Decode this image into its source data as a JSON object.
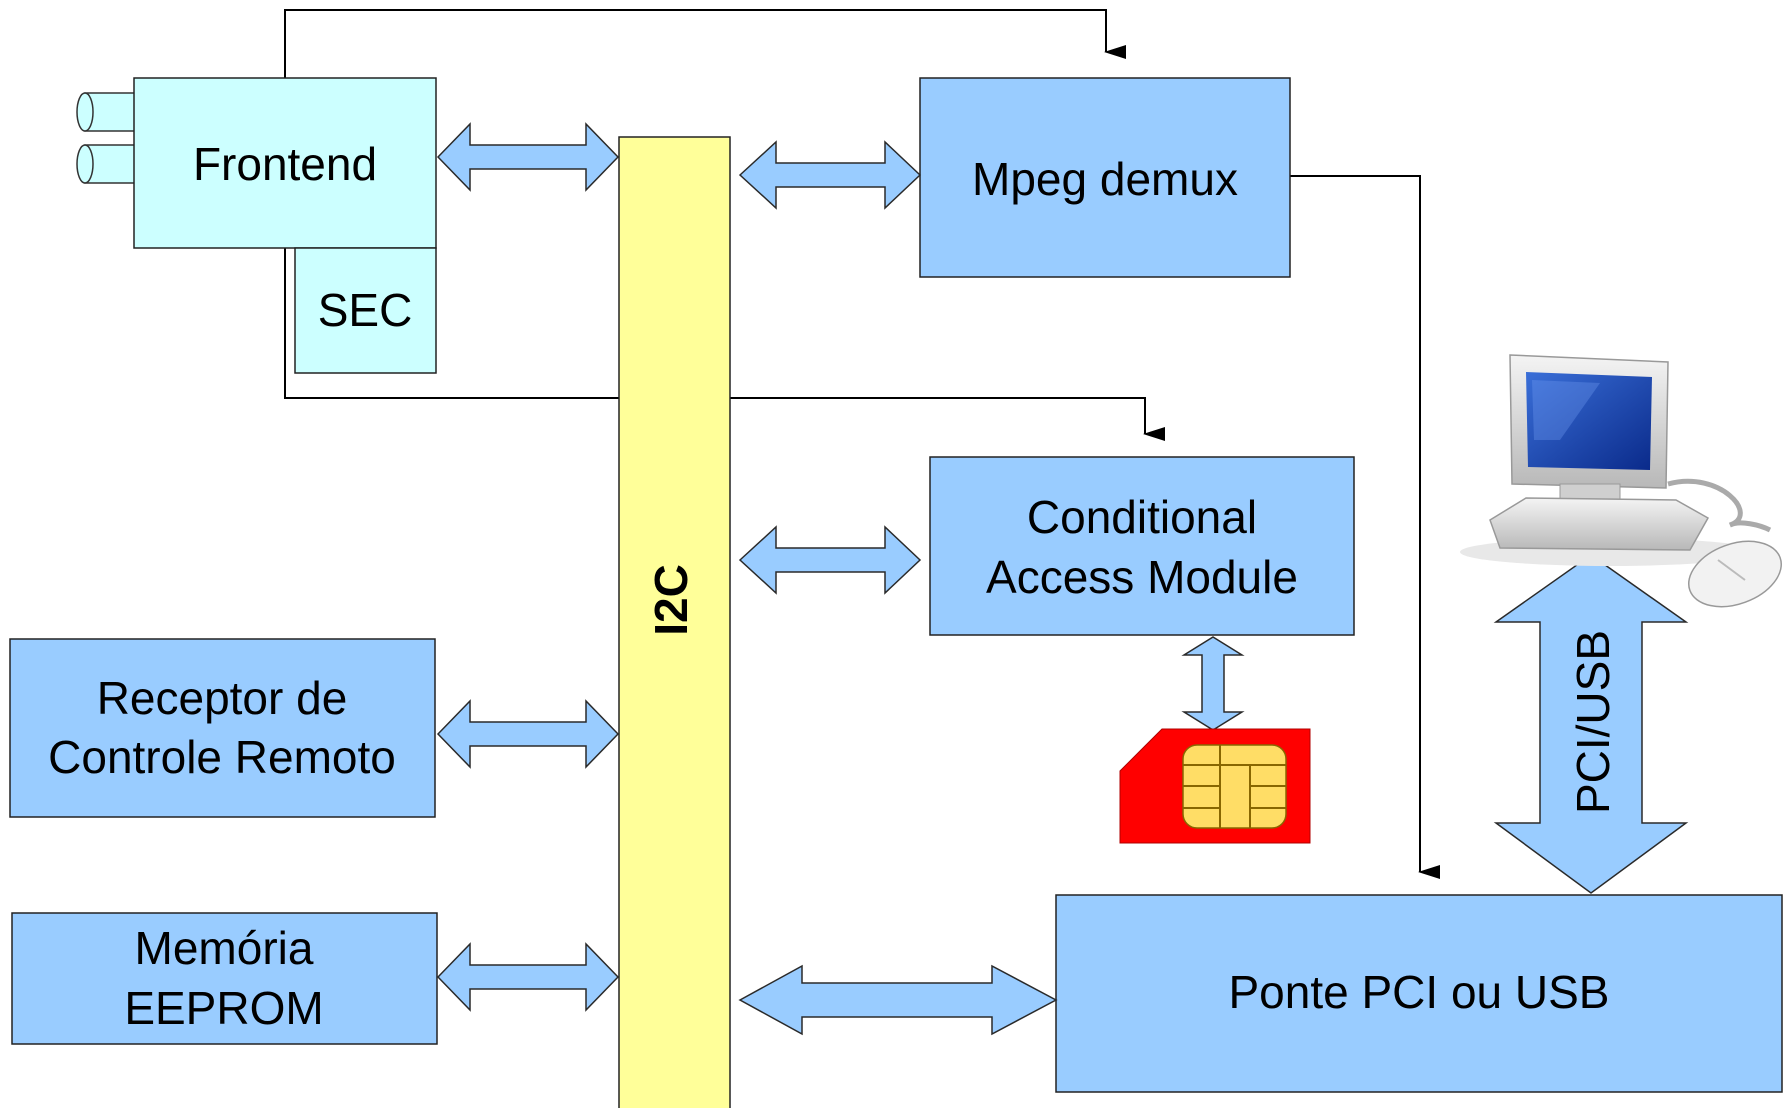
{
  "blocks": {
    "frontend": "Frontend",
    "sec": "SEC",
    "mpeg_demux": "Mpeg demux",
    "cam_line1": "Conditional",
    "cam_line2": "Access Module",
    "receptor_line1": "Receptor de",
    "receptor_line2": "Controle Remoto",
    "memoria_line1": "Memória",
    "memoria_line2": "EEPROM",
    "ponte": "Ponte PCI ou USB"
  },
  "bus": {
    "label": "I2C"
  },
  "link": {
    "label": "PCI/USB"
  },
  "colors": {
    "frontend_fill": "#ccffff",
    "block_fill": "#99ccff",
    "bus_fill": "#ffff99",
    "smartcard_fill": "#ff0000",
    "chip_fill": "#ffdd66"
  },
  "icons": [
    "computer-icon",
    "smart-card-icon",
    "coax-connector-icon"
  ]
}
